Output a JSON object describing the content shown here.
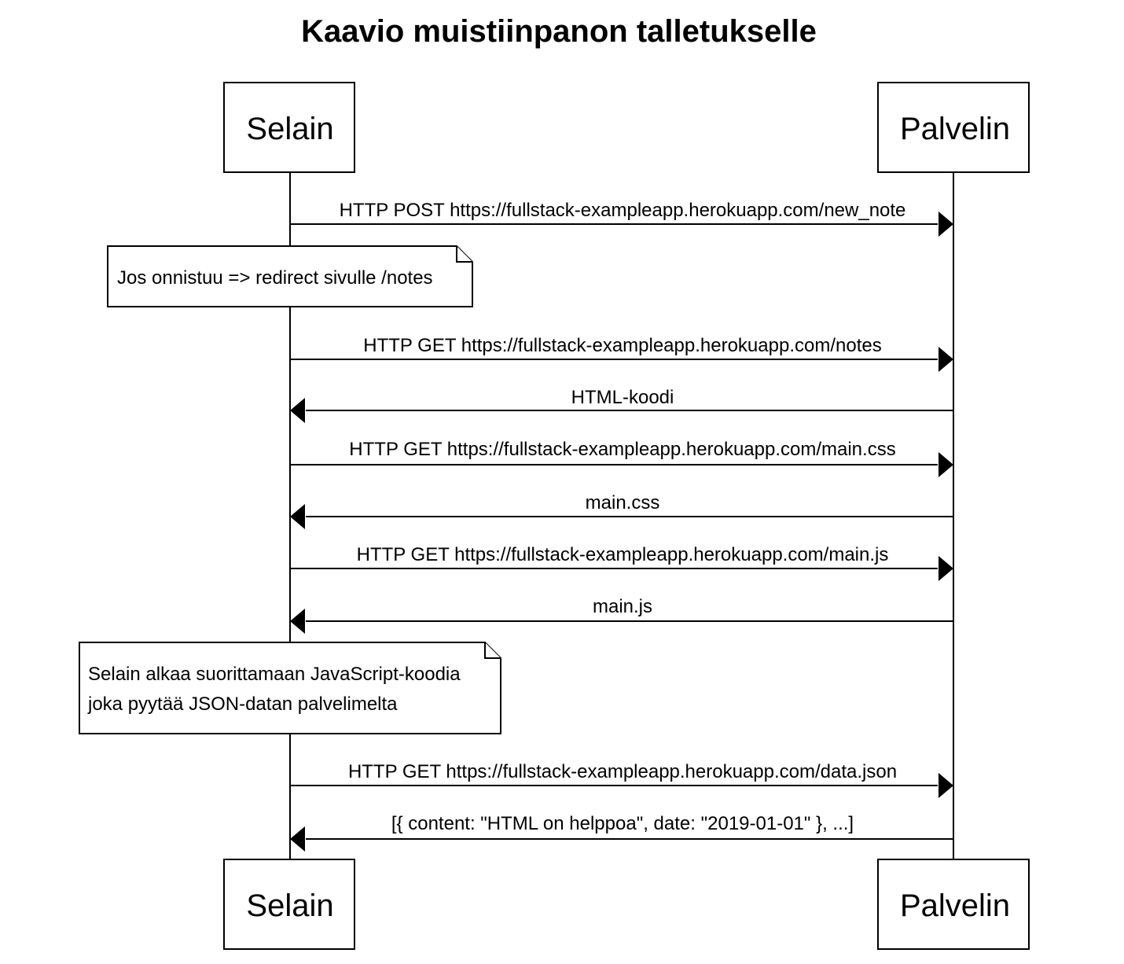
{
  "title": "Kaavio muistiinpanon talletukselle",
  "actors": {
    "browser": "Selain",
    "server": "Palvelin"
  },
  "messages": [
    {
      "from": "browser",
      "to": "server",
      "label": "HTTP POST https://fullstack-exampleapp.herokuapp.com/new_note"
    },
    {
      "from": "browser",
      "to": "server",
      "label": "HTTP GET https://fullstack-exampleapp.herokuapp.com/notes"
    },
    {
      "from": "server",
      "to": "browser",
      "label": "HTML-koodi"
    },
    {
      "from": "browser",
      "to": "server",
      "label": "HTTP GET https://fullstack-exampleapp.herokuapp.com/main.css"
    },
    {
      "from": "server",
      "to": "browser",
      "label": "main.css"
    },
    {
      "from": "browser",
      "to": "server",
      "label": "HTTP GET https://fullstack-exampleapp.herokuapp.com/main.js"
    },
    {
      "from": "server",
      "to": "browser",
      "label": "main.js"
    },
    {
      "from": "browser",
      "to": "server",
      "label": "HTTP GET https://fullstack-exampleapp.herokuapp.com/data.json"
    },
    {
      "from": "server",
      "to": "browser",
      "label": "[{ content: \"HTML on helppoa\", date: \"2019-01-01\" }, ...]"
    }
  ],
  "notes": [
    {
      "lines": [
        "Jos onnistuu => redirect sivulle /notes"
      ]
    },
    {
      "lines": [
        "Selain alkaa suorittamaan JavaScript-koodia",
        "joka pyytää JSON-datan palvelimelta"
      ]
    }
  ]
}
